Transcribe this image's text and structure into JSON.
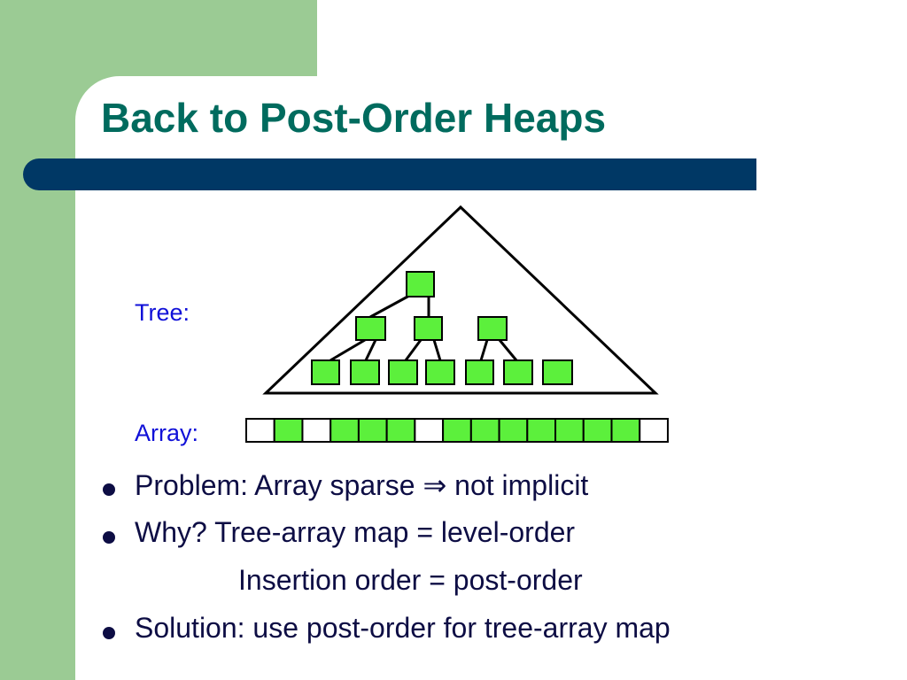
{
  "slide": {
    "title": "Back to Post-Order Heaps",
    "colors": {
      "title": "#006B5E",
      "side_band": "#9BCB94",
      "title_bar": "#003865",
      "label": "#1010D8",
      "node_fill": "#5CF03C",
      "text": "#0D0D44"
    }
  },
  "diagram": {
    "tree_label": "Tree:",
    "array_label": "Array:",
    "tree_levels": [
      1,
      3,
      7
    ],
    "array_cells": [
      false,
      true,
      false,
      true,
      true,
      true,
      false,
      true,
      true,
      true,
      true,
      true,
      true,
      true,
      false
    ]
  },
  "bullets": [
    {
      "text": "Problem: Array sparse ⇒ not implicit",
      "marker": true
    },
    {
      "text": "Why? Tree-array map = level-order",
      "marker": true
    },
    {
      "text": "Insertion order = post-order",
      "marker": false
    },
    {
      "text": "Solution: use post-order for tree-array map",
      "marker": true
    }
  ]
}
